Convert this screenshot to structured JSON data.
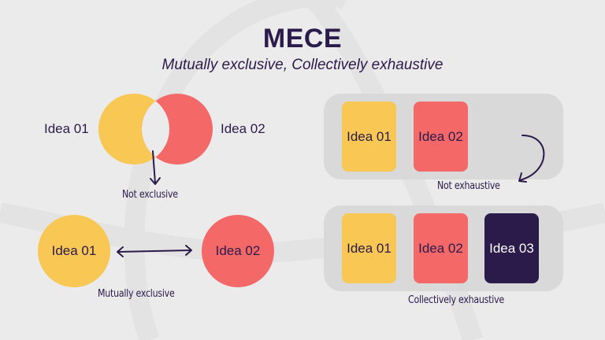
{
  "header": {
    "title": "MECE",
    "subtitle": "Mutually exclusive, Collectively exhaustive"
  },
  "colors": {
    "background": "#ebebeb",
    "panel": "#d9d9d9",
    "yellow": "#f8c754",
    "red": "#f46868",
    "dark": "#2b1b4b",
    "white_text": "#ffffff"
  },
  "not_exclusive": {
    "left_label": "Idea 01",
    "right_label": "Idea 02",
    "caption": "Not exclusive"
  },
  "mutually_exclusive": {
    "left_circle": "Idea 01",
    "right_circle": "Idea 02",
    "caption": "Mutually exclusive"
  },
  "not_exhaustive": {
    "cards": [
      "Idea 01",
      "Idea 02"
    ],
    "caption": "Not exhaustive"
  },
  "collectively_exhaustive": {
    "cards": [
      "Idea 01",
      "Idea 02",
      "Idea 03"
    ],
    "caption": "Collectively exhaustive"
  }
}
